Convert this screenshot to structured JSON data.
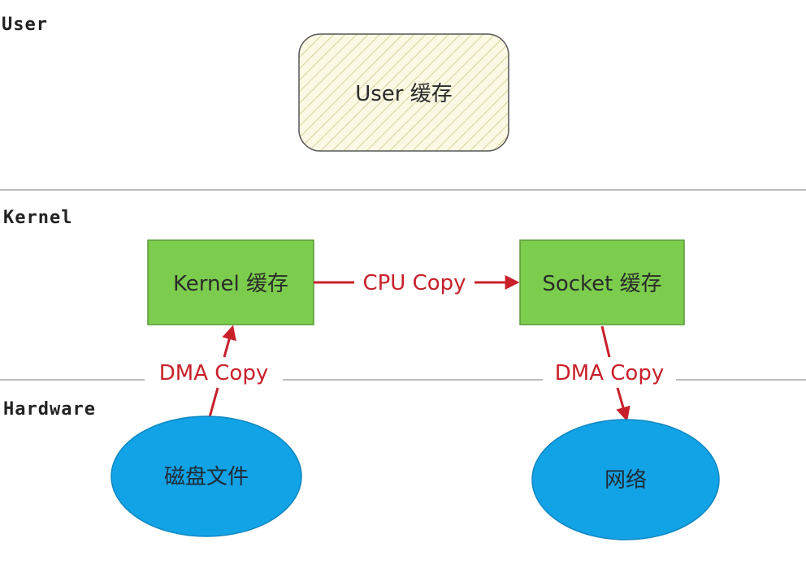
{
  "layers": {
    "user": "User",
    "kernel": "Kernel",
    "hardware": "Hardware"
  },
  "nodes": {
    "user_cache": "User 缓存",
    "kernel_cache": "Kernel 缓存",
    "socket_cache": "Socket 缓存",
    "disk_file": "磁盘文件",
    "network": "网络"
  },
  "edges": {
    "cpu_copy": "CPU Copy",
    "dma_copy_left": "DMA Copy",
    "dma_copy_right": "DMA Copy"
  },
  "colors": {
    "cache_box_fill": "#7ccd4d",
    "cache_box_stroke": "#5a9a38",
    "ellipse_fill": "#12a2e6",
    "ellipse_stroke": "#0f86c0",
    "arrow": "#c8202a",
    "user_box_hatch": "#d7d29a",
    "user_box_bg": "#fbf8e4",
    "divider": "#bdbdbd"
  }
}
